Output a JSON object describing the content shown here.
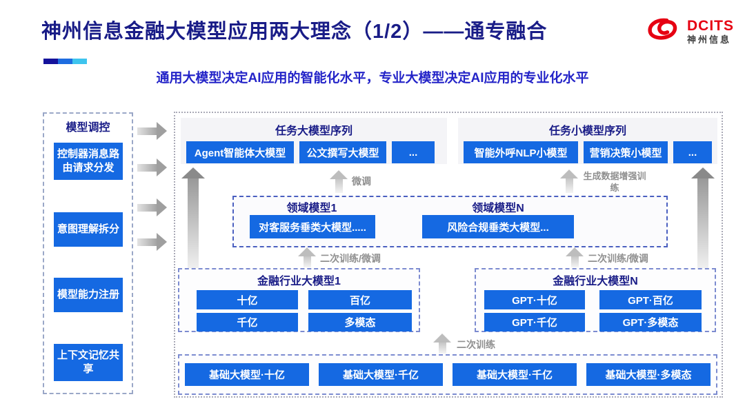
{
  "header": {
    "title": "神州信息金融大模型应用两大理念（1/2）——通专融合",
    "subtitle": "通用大模型决定AI应用的智能化水平，专业大模型决定AI应用的专业化水平",
    "logo": {
      "brand": "DCITS",
      "brand_cn": "神州信息"
    }
  },
  "sidebar": {
    "title": "模型调控",
    "items": [
      "控制器消息路由请求分发",
      "意图理解拆分",
      "模型能力注册",
      "上下文记忆共享"
    ]
  },
  "diagram": {
    "task_large": {
      "title": "任务大模型序列",
      "items": [
        "Agent智能体大模型",
        "公文撰写大模型",
        "..."
      ]
    },
    "task_small": {
      "title": "任务小模型序列",
      "items": [
        "智能外呼NLP小模型",
        "营销决策小模型",
        "..."
      ]
    },
    "arrows": {
      "finetune_label": "微调",
      "gen_data_label": "生成数据增强训练",
      "retrain_finetune_left_label": "二次训练/微调",
      "retrain_finetune_right_label": "二次训练/微调",
      "retrain_label": "二次训练"
    },
    "domain": {
      "groups": [
        {
          "title": "领域模型1",
          "item": "对客服务垂类大模型....."
        },
        {
          "title": "领域模型N",
          "item": "风险合规垂类大模型..."
        }
      ]
    },
    "industry": [
      {
        "title": "金融行业大模型1",
        "items": [
          "十亿",
          "百亿",
          "千亿",
          "多模态"
        ]
      },
      {
        "title": "金融行业大模型N",
        "items": [
          "GPT·十亿",
          "GPT·百亿",
          "GPT·千亿",
          "GPT·多模态"
        ]
      }
    ],
    "base": {
      "items": [
        "基础大模型·十亿",
        "基础大模型·千亿",
        "基础大模型·千亿",
        "基础大模型·多模态"
      ]
    }
  },
  "colors": {
    "title_navy": "#191c87",
    "subtitle_blue": "#2424c8",
    "node_blue": "#1569e2",
    "logo_red": "#e60012",
    "arrow_gray": "#a0a0a0",
    "accent_bar": [
      "#15129b",
      "#1e6ce0",
      "#3ec4ee"
    ]
  }
}
